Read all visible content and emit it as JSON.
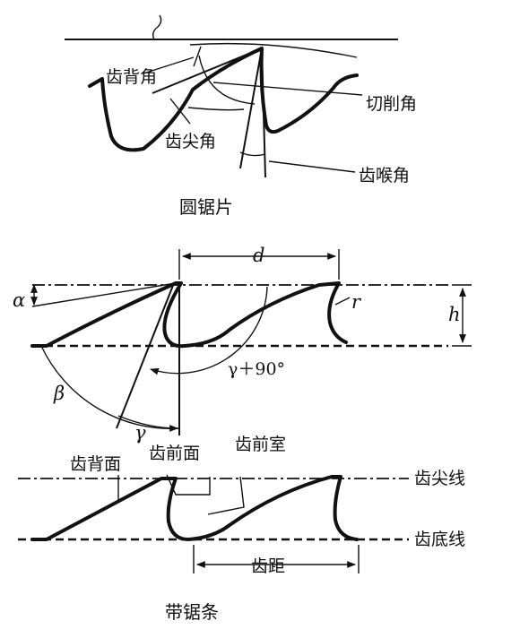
{
  "circular_saw": {
    "caption": "圆锯片",
    "labels": {
      "back_angle": "齿背角",
      "cutting_angle": "切削角",
      "tip_angle": "齿尖角",
      "gullet_angle": "齿喉角"
    }
  },
  "profile": {
    "symbols": {
      "d": "d",
      "h": "h",
      "r": "r",
      "alpha": "α",
      "beta": "β",
      "gamma": "γ",
      "gamma_plus_90": "γ＋90°"
    }
  },
  "band_saw": {
    "caption": "带锯条",
    "labels": {
      "back_face": "齿背面",
      "front_face": "齿前面",
      "gullet": "齿前室",
      "tip_line": "齿尖线",
      "root_line": "齿底线",
      "pitch": "齿距"
    }
  }
}
